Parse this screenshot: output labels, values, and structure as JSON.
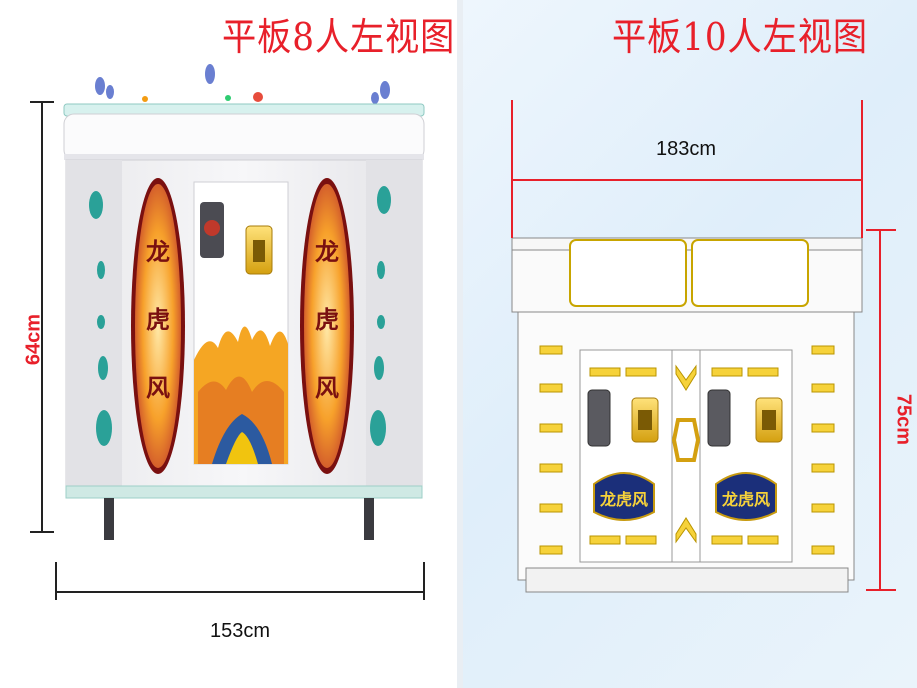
{
  "left_view": {
    "title": "平板8人左视图",
    "width_label": "153cm",
    "height_label": "64cm",
    "panel_text": "龙虎风"
  },
  "right_view": {
    "title": "平板10人左视图",
    "width_label": "183cm",
    "height_label": "75cm",
    "panel_text": "龙虎风"
  },
  "colors": {
    "title_red": "#e8202a",
    "teal_accent": "#2aa198",
    "gold_accent": "#f0c419",
    "dimension_line": "#222222"
  }
}
